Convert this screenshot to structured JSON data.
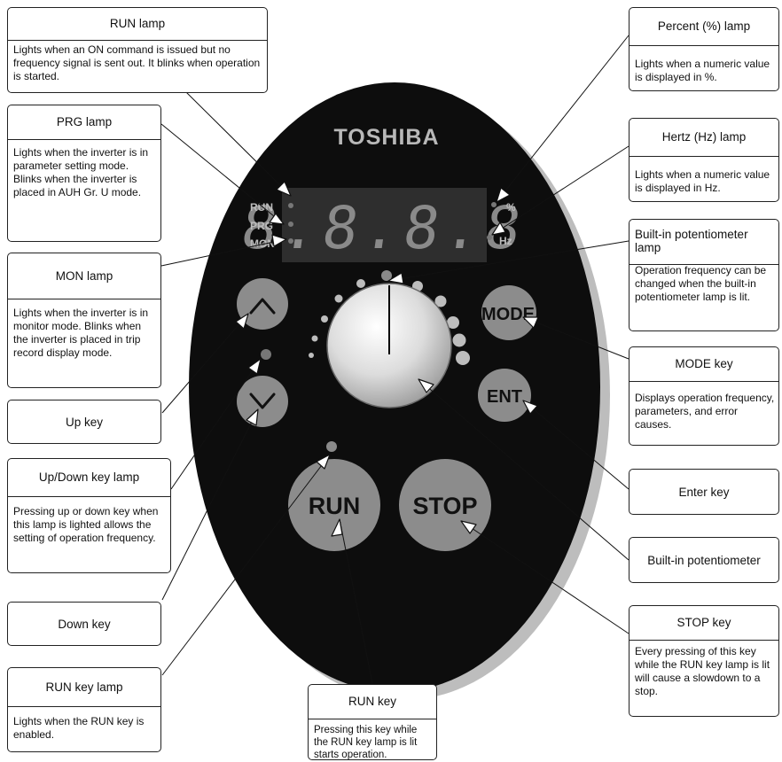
{
  "panel": {
    "brand": "TOSHIBA",
    "display": "8.8.8.8",
    "lamp_labels": [
      "RUN",
      "PRG",
      "MON"
    ],
    "unit_percent": "%",
    "unit_hz": "Hz",
    "key_mode": "MODE",
    "key_ent": "ENT",
    "key_run": "RUN",
    "key_stop": "STOP",
    "colors": {
      "body": "#0d0d0d",
      "key": "#8c8c8c",
      "shadow": "#bdbdbd"
    }
  },
  "callouts": {
    "run_lamp": {
      "title": "RUN lamp",
      "desc": "Lights when an ON command is issued but no frequency signal is sent out. It blinks when operation is started."
    },
    "prg_lamp": {
      "title": "PRG lamp",
      "desc": "Lights when the inverter is in parameter setting mode. Blinks when the inverter is placed in AUH Gr. U mode."
    },
    "mon_lamp": {
      "title": "MON lamp",
      "desc": "Lights when the inverter is in monitor mode. Blinks when the inverter is placed in trip record display mode."
    },
    "up_key": {
      "title": "Up key"
    },
    "updown_lamp": {
      "title": "Up/Down key lamp",
      "desc": "Pressing up or down key when this lamp is lighted allows the setting of operation frequency."
    },
    "down_key": {
      "title": "Down key"
    },
    "run_key_lamp": {
      "title": "RUN key lamp",
      "desc": "Lights when the RUN key is enabled."
    },
    "run_key": {
      "title": "RUN key",
      "desc": "Pressing this key while the RUN key lamp is lit starts operation."
    },
    "percent_lamp": {
      "title": "Percent (%) lamp",
      "desc": "Lights when a numeric value is displayed in %."
    },
    "hertz_lamp": {
      "title": "Hertz (Hz) lamp",
      "desc": "Lights when a numeric value is displayed in Hz."
    },
    "pot_lamp": {
      "title": "Built-in potentiometer lamp",
      "desc": "Operation frequency can be changed when the built-in potentiometer lamp is lit."
    },
    "mode_key": {
      "title": "MODE key",
      "desc": "Displays operation frequency, parameters, and error causes."
    },
    "enter_key": {
      "title": "Enter key"
    },
    "potentiometer": {
      "title": "Built-in potentiometer"
    },
    "stop_key": {
      "title": "STOP key",
      "desc": "Every pressing of this key while the RUN key lamp is lit will cause a slowdown to a stop."
    }
  }
}
